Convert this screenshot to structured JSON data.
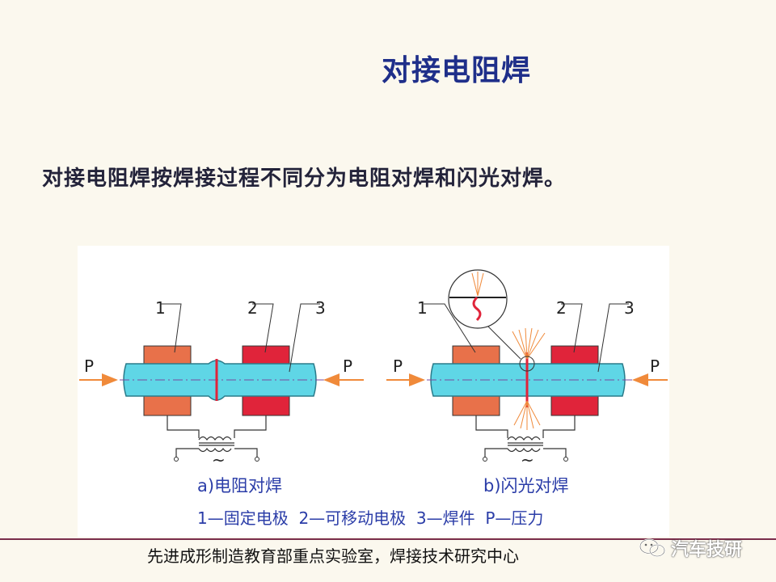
{
  "slide": {
    "title": "对接电阻焊",
    "body": "对接电阻焊按焊接过程不同分为电阻对焊和闪光对焊。"
  },
  "figure": {
    "a": {
      "labels": [
        "1",
        "2",
        "3"
      ],
      "force_left": "P",
      "force_right": "P",
      "ac_symbol": "~",
      "caption": "a)电阻对焊"
    },
    "b": {
      "labels": [
        "1",
        "2",
        "3"
      ],
      "force_left": "P",
      "force_right": "P",
      "ac_symbol": "~",
      "caption": "b)闪光对焊"
    },
    "legend": "1—固定电极  2—可移动电极  3—焊件  P—压力",
    "colors": {
      "electrode_fixed": "#e8714a",
      "electrode_movable": "#e0243a",
      "workpiece": "#5fd6e6",
      "weld_line": "#e0243a",
      "spark": "#f08a3a",
      "label_text": "#2b3da8"
    }
  },
  "footer": {
    "text": "先进成形制造教育部重点实验室，焊接技术研究中心",
    "watermark": "汽车技研",
    "watermark_icon": "wechat-icon"
  }
}
